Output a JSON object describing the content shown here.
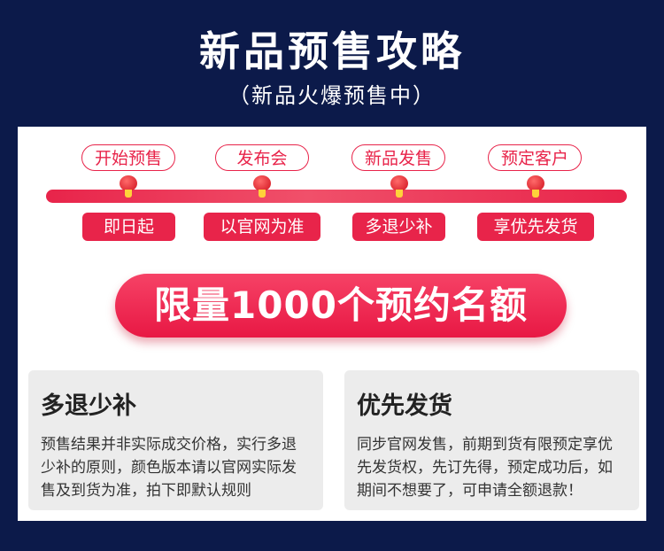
{
  "header": {
    "title": "新品预售攻略",
    "subtitle": "（新品火爆预售中）"
  },
  "timeline": {
    "steps": [
      {
        "top": "开始预售",
        "bottom": "即日起"
      },
      {
        "top": "发布会",
        "bottom": "以官网为准"
      },
      {
        "top": "新品发售",
        "bottom": "多退少补"
      },
      {
        "top": "预定客户",
        "bottom": "享优先发货"
      }
    ]
  },
  "banner": {
    "text": "限量1000个预约名额"
  },
  "boxes": [
    {
      "title": "多退少补",
      "body": "预售结果并非实际成交价格，实行多退少补的原则，颜色版本请以官网实际发售及到货为准，拍下即默认规则"
    },
    {
      "title": "优先发货",
      "body": "同步官网发售，前期到货有限预定享优先发货权，先订先得，预定成功后，如期间不想要了，可申请全额退款！"
    }
  ],
  "colors": {
    "background": "#0c1a4a",
    "accent": "#e8244a",
    "card": "#ffffff",
    "box": "#ececec"
  }
}
